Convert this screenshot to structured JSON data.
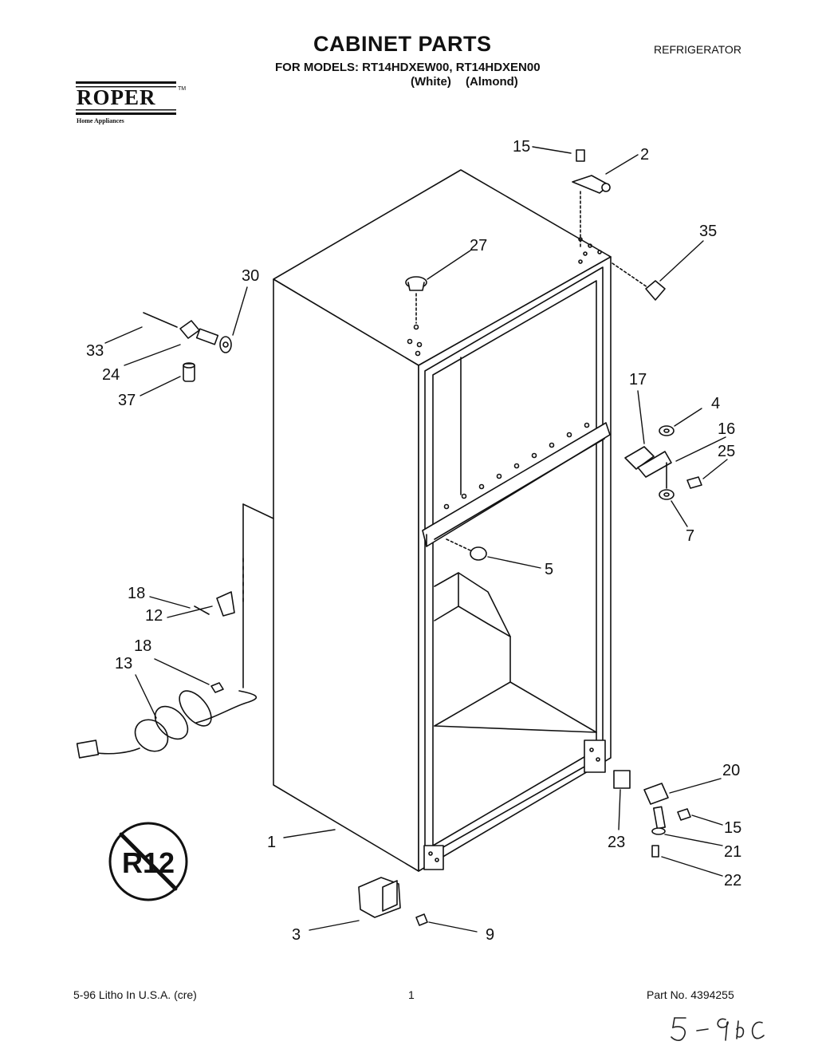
{
  "header": {
    "title": "CABINET PARTS",
    "models_line": "FOR MODELS: RT14HDXEW00, RT14HDXEN00",
    "colors_line": "(White) (Almond)",
    "appliance": "REFRIGERATOR"
  },
  "brand": {
    "name": "ROPER",
    "tagline": "Home Appliances",
    "trademark": "TM"
  },
  "callouts": {
    "c15a": "15",
    "c2": "2",
    "c35": "35",
    "c27": "27",
    "c30": "30",
    "c33": "33",
    "c24": "24",
    "c37": "37",
    "c17": "17",
    "c4": "4",
    "c16": "16",
    "c25": "25",
    "c7": "7",
    "c5": "5",
    "c18a": "18",
    "c12": "12",
    "c18b": "18",
    "c13": "13",
    "c20": "20",
    "c15b": "15",
    "c21": "21",
    "c22": "22",
    "c23": "23",
    "c1": "1",
    "c3": "3",
    "c9": "9"
  },
  "badge": {
    "text": "R12",
    "meaning": "no-r12-symbol"
  },
  "footer": {
    "left": "5-96 Litho In U.S.A. (cre)",
    "page": "1",
    "part_no": "Part No. 4394255",
    "handwritten": "5-96"
  }
}
